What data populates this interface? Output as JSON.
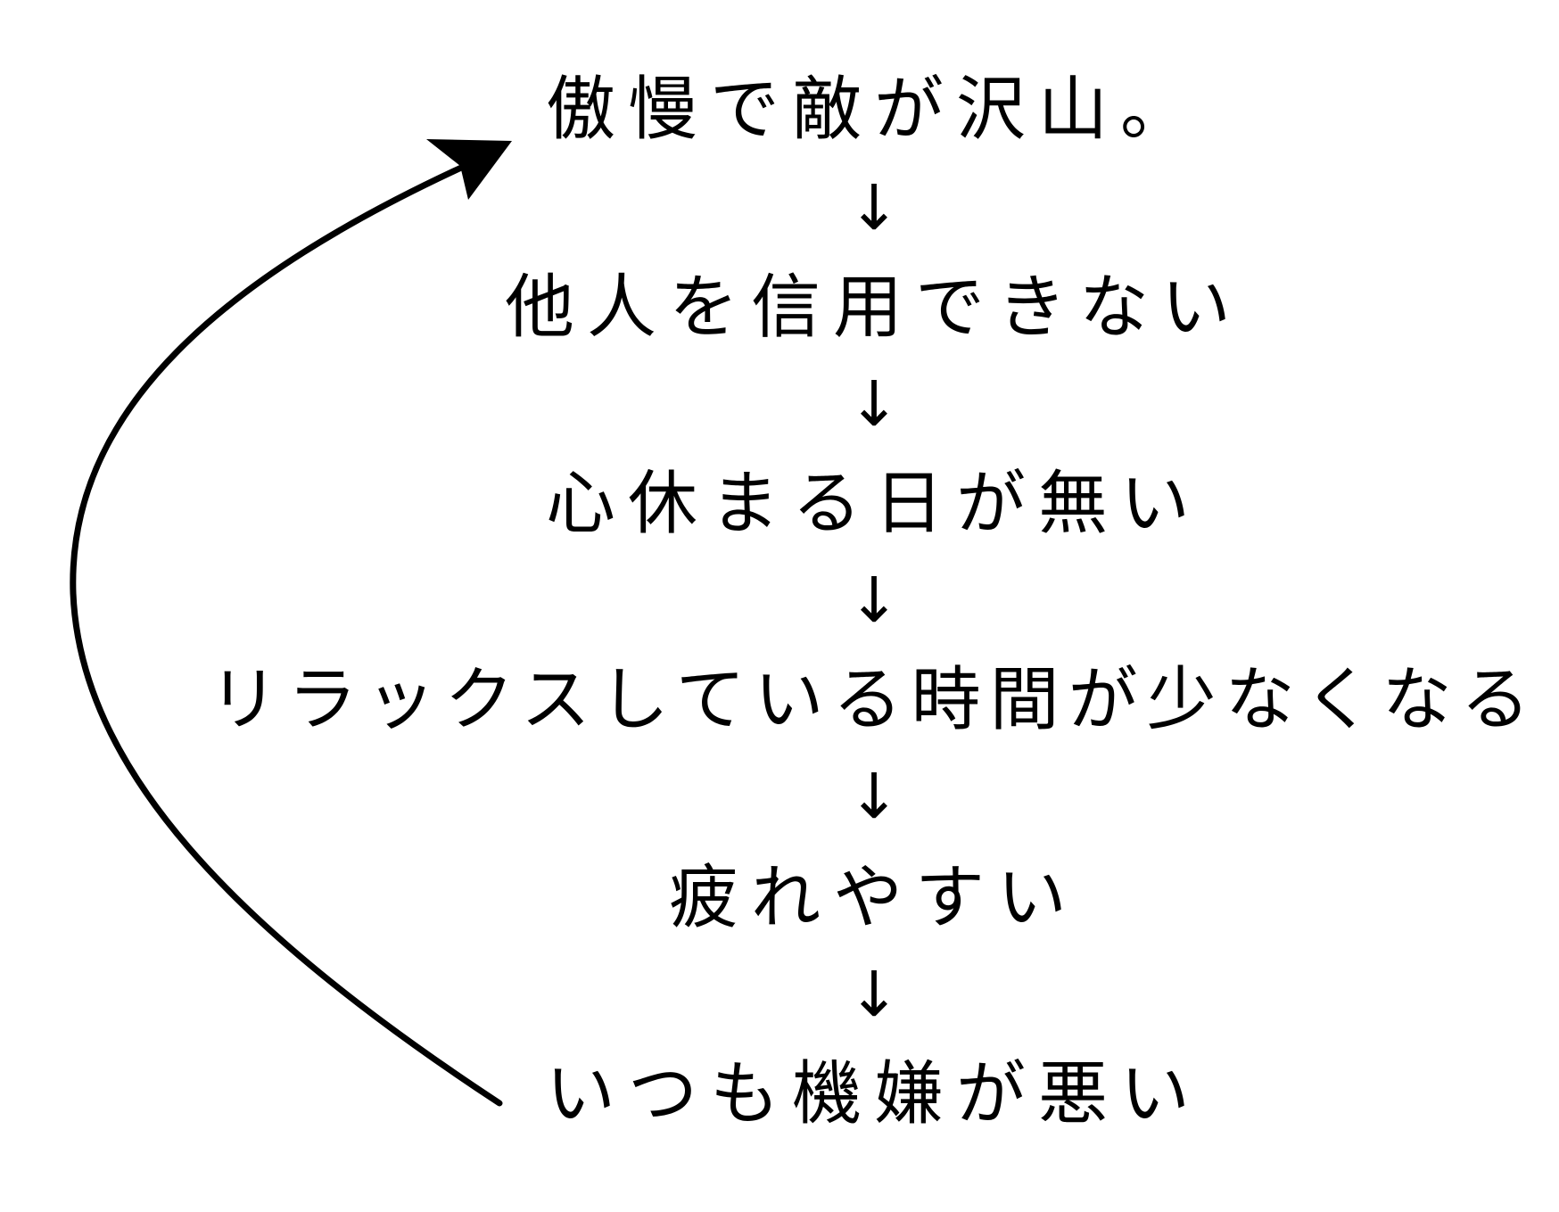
{
  "steps": [
    "傲慢で敵が沢山。",
    "他人を信用できない",
    "心休まる日が無い",
    "リラックスしている時間が少なくなる",
    "疲れやすい",
    "いつも機嫌が悪い"
  ],
  "down_arrow": "↓",
  "loop_arrow": {
    "from": "いつも機嫌が悪い",
    "to": "傲慢で敵が沢山。",
    "color": "#000000"
  }
}
